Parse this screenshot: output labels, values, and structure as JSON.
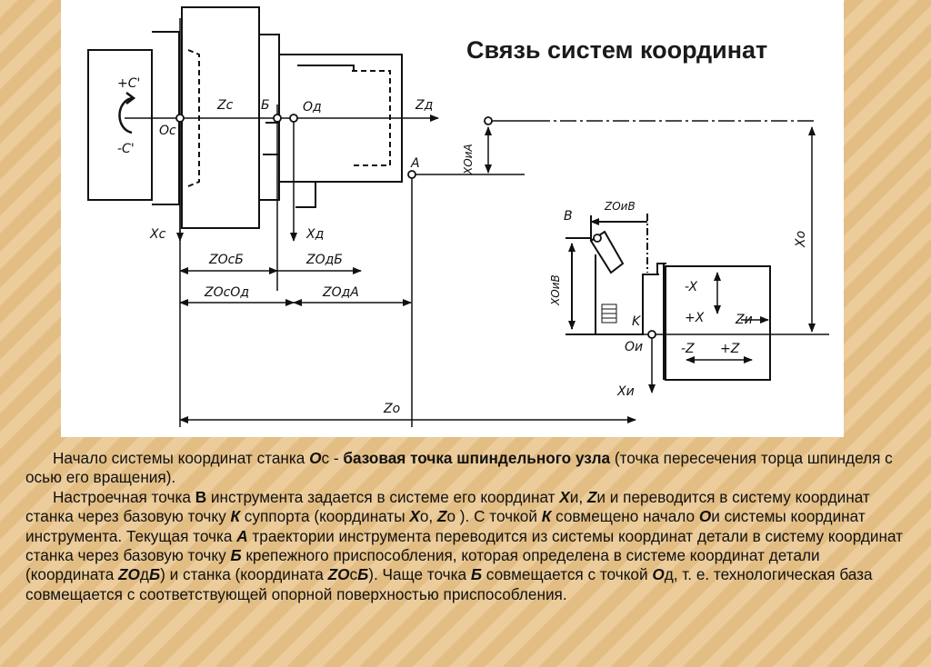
{
  "title": "Связь систем координат",
  "diagram": {
    "labels": {
      "plus_c": "+C'",
      "minus_c": "-C'",
      "o_c": "Oc",
      "z_c": "Zc",
      "b_upper": "Б",
      "o_d": "Oд",
      "z_d": "Zд",
      "point_a": "A",
      "x_ona": "XОиА",
      "x_c": "Xc",
      "x_d": "Xд",
      "z_ocb": "ZОcБ",
      "z_odb": "ZОдБ",
      "z_ocod": "ZОcОд",
      "z_oda": "ZОдА",
      "z_o": "Zо",
      "x_o": "Xо",
      "point_b_tool": "B",
      "z_onb": "ZОиВ",
      "x_onb": "XОиВ",
      "minus_x": "-X",
      "plus_x": "+X",
      "z_i": "Zи",
      "point_k": "K",
      "o_i": "Oи",
      "minus_z": "-Z",
      "plus_z": "+Z",
      "x_i": "Xи"
    }
  },
  "paragraph1": {
    "p1": "Начало системы координат станка ",
    "oc_o": "О",
    "oc_c": "с",
    "p2": " - ",
    "bold": "базовая точка шпиндельного узла",
    "p3": " (точка пересечения торца шпинделя с осью его вращения)."
  },
  "paragraph2": {
    "t1": "Настроечная точка ",
    "b1": "В",
    "t2": " инструмента задается в системе его координат ",
    "xi_x": "X",
    "xi_i": "и",
    "t3": ", ",
    "zi_z": "Z",
    "zi_i": "и",
    "t4": " и переводится в систему координат станка через базовую точку ",
    "k1": "К",
    "t5": " суппорта (координаты ",
    "xo_x": "X",
    "xo_o": "о",
    "t6": ", ",
    "zo_z": "Z",
    "zo_o": "о",
    "t7": " ). С точкой ",
    "k2": "К",
    "t8": " совмещено начало ",
    "oi_o": "О",
    "oi_i": "и",
    "t9": " системы координат инструмента. Текущая точка ",
    "a1": "А",
    "t10": " траектории инструмента переводится из системы координат детали в систему координат станка через базовую точку ",
    "b2": "Б",
    "t11": " крепежного приспособления, которая определена в системе координат детали (координата ",
    "zodb_zo": "ZО",
    "zodb_d": "д",
    "zodb_b": "Б",
    "t12": ") и станка (координата ",
    "zocb_zo": "ZО",
    "zocb_c": "с",
    "zocb_b": "Б",
    "t13": "). Чаще точка ",
    "b3": "Б",
    "t14": " совмещается с точкой ",
    "od_o": "О",
    "od_d": "д",
    "t15": ", т. е. технологическая база совмещается с соответствующей опорной поверхностью приспособления."
  }
}
